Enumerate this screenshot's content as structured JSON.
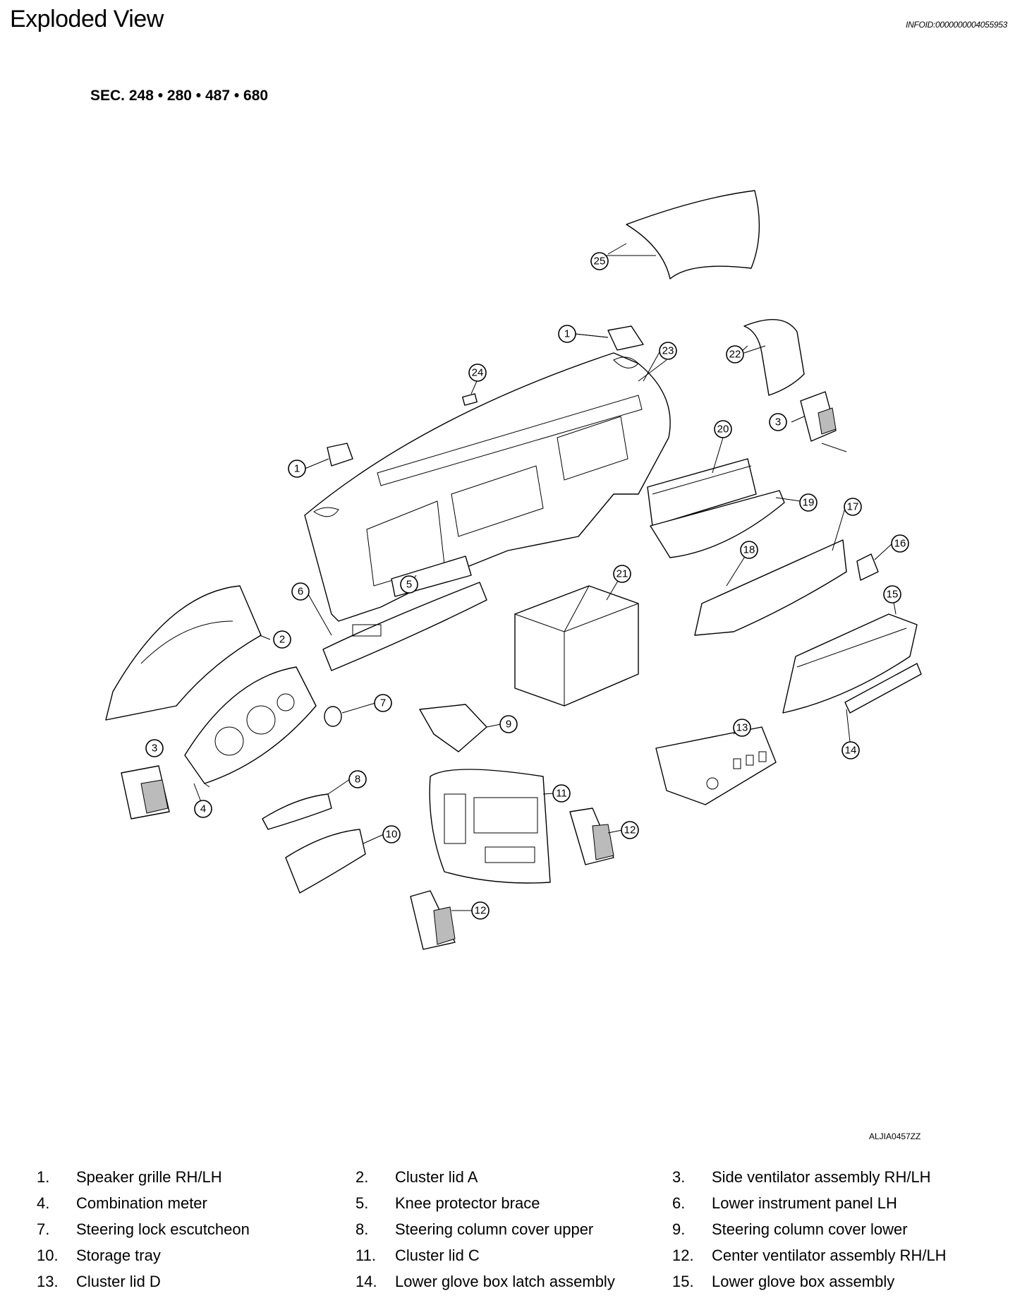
{
  "header": {
    "title": "Exploded View",
    "infoid": "INFOID:0000000004055953",
    "section": "SEC. 248 • 280 • 487 • 680"
  },
  "figure": {
    "figure_id": "ALJIA0457ZZ",
    "callouts": [
      "1",
      "2",
      "3",
      "4",
      "5",
      "6",
      "7",
      "8",
      "9",
      "10",
      "11",
      "12",
      "13",
      "14",
      "15",
      "16",
      "17",
      "18",
      "19",
      "20",
      "21",
      "22",
      "23",
      "24",
      "25"
    ]
  },
  "legend": [
    {
      "num": "1.",
      "label": "Speaker grille RH/LH"
    },
    {
      "num": "2.",
      "label": "Cluster lid A"
    },
    {
      "num": "3.",
      "label": "Side ventilator assembly RH/LH"
    },
    {
      "num": "4.",
      "label": "Combination meter"
    },
    {
      "num": "5.",
      "label": "Knee protector brace"
    },
    {
      "num": "6.",
      "label": "Lower instrument panel LH"
    },
    {
      "num": "7.",
      "label": "Steering lock escutcheon"
    },
    {
      "num": "8.",
      "label": "Steering column cover upper"
    },
    {
      "num": "9.",
      "label": "Steering column cover lower"
    },
    {
      "num": "10.",
      "label": "Storage tray"
    },
    {
      "num": "11.",
      "label": "Cluster lid C"
    },
    {
      "num": "12.",
      "label": "Center ventilator assembly RH/LH"
    },
    {
      "num": "13.",
      "label": "Cluster lid D"
    },
    {
      "num": "14.",
      "label": "Lower glove box latch assembly"
    },
    {
      "num": "15.",
      "label": " Lower glove box assembly"
    }
  ]
}
